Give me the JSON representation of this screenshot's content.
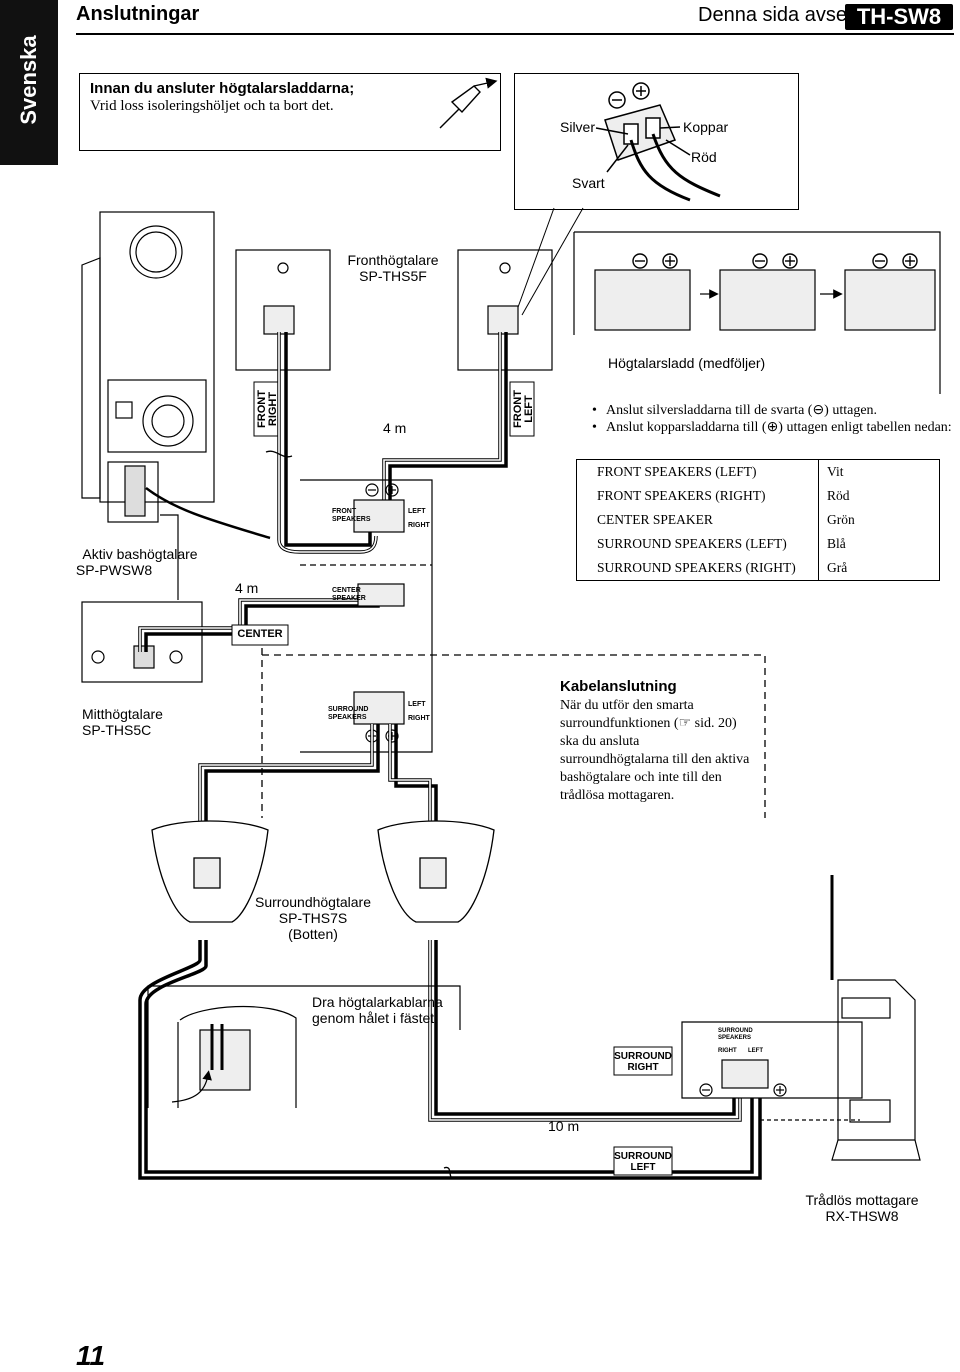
{
  "header": {
    "side_tab": "Svenska",
    "section_title": "Anslutningar",
    "page_scope": "Denna sida avser",
    "model": "TH-SW8"
  },
  "notice": {
    "title": "Innan du ansluter högtalarsladdarna;",
    "body": "Vrid loss isoleringshöljet och ta bort det."
  },
  "terminal_labels": {
    "silver": "Silver",
    "koppar": "Koppar",
    "rod": "Röd",
    "svart": "Svart"
  },
  "speakers": {
    "front_name": "Fronthögtalare",
    "front_model": "SP-THS5F",
    "cable_supplied": "Högtalarsladd (medföljer)",
    "subwoofer_name": "Aktiv bashögtalare",
    "subwoofer_model": "SP-PWSW8",
    "center_name": "Mitthögtalare",
    "center_model": "SP-THS5C",
    "surround_name": "Surroundhögtalare",
    "surround_model": "SP-THS7S",
    "surround_note": "(Botten)",
    "receiver_name": "Trådlös mottagare",
    "receiver_model": "RX-THSW8"
  },
  "cable_tags": {
    "front_right": "FRONT RIGHT",
    "front_left": "FRONT LEFT",
    "center": "CENTER",
    "surround_right": "SURROUND RIGHT",
    "surround_left": "SURROUND LEFT"
  },
  "panel_labels": {
    "front_speakers": "FRONT SPEAKERS",
    "center_speaker": "CENTER SPEAKER",
    "surround_speakers": "SURROUND SPEAKERS",
    "left": "LEFT",
    "right": "RIGHT"
  },
  "distances": {
    "front": "4 m",
    "sub": "4 m",
    "surround": "10 m"
  },
  "instructions": [
    "Anslut silversladdarna till de svarta (⊖) uttagen.",
    "Anslut kopparsladdarna till (⊕) uttagen enligt tabellen nedan:"
  ],
  "color_table": [
    {
      "channel": "FRONT SPEAKERS (LEFT)",
      "color": "Vit"
    },
    {
      "channel": "FRONT SPEAKERS (RIGHT)",
      "color": "Röd"
    },
    {
      "channel": "CENTER SPEAKER",
      "color": "Grön"
    },
    {
      "channel": "SURROUND SPEAKERS (LEFT)",
      "color": "Blå"
    },
    {
      "channel": "SURROUND SPEAKERS (RIGHT)",
      "color": "Grå"
    }
  ],
  "kabel": {
    "title": "Kabelanslutning",
    "body": "När du utför den smarta surroundfunktionen (☞ sid. 20) ska du ansluta surroundhögtalarna till den aktiva bashögtalare och inte till den trådlösa mottagaren."
  },
  "mount_note": "Dra högtalarkablarna genom hålet i fästet.",
  "page_number": "11"
}
